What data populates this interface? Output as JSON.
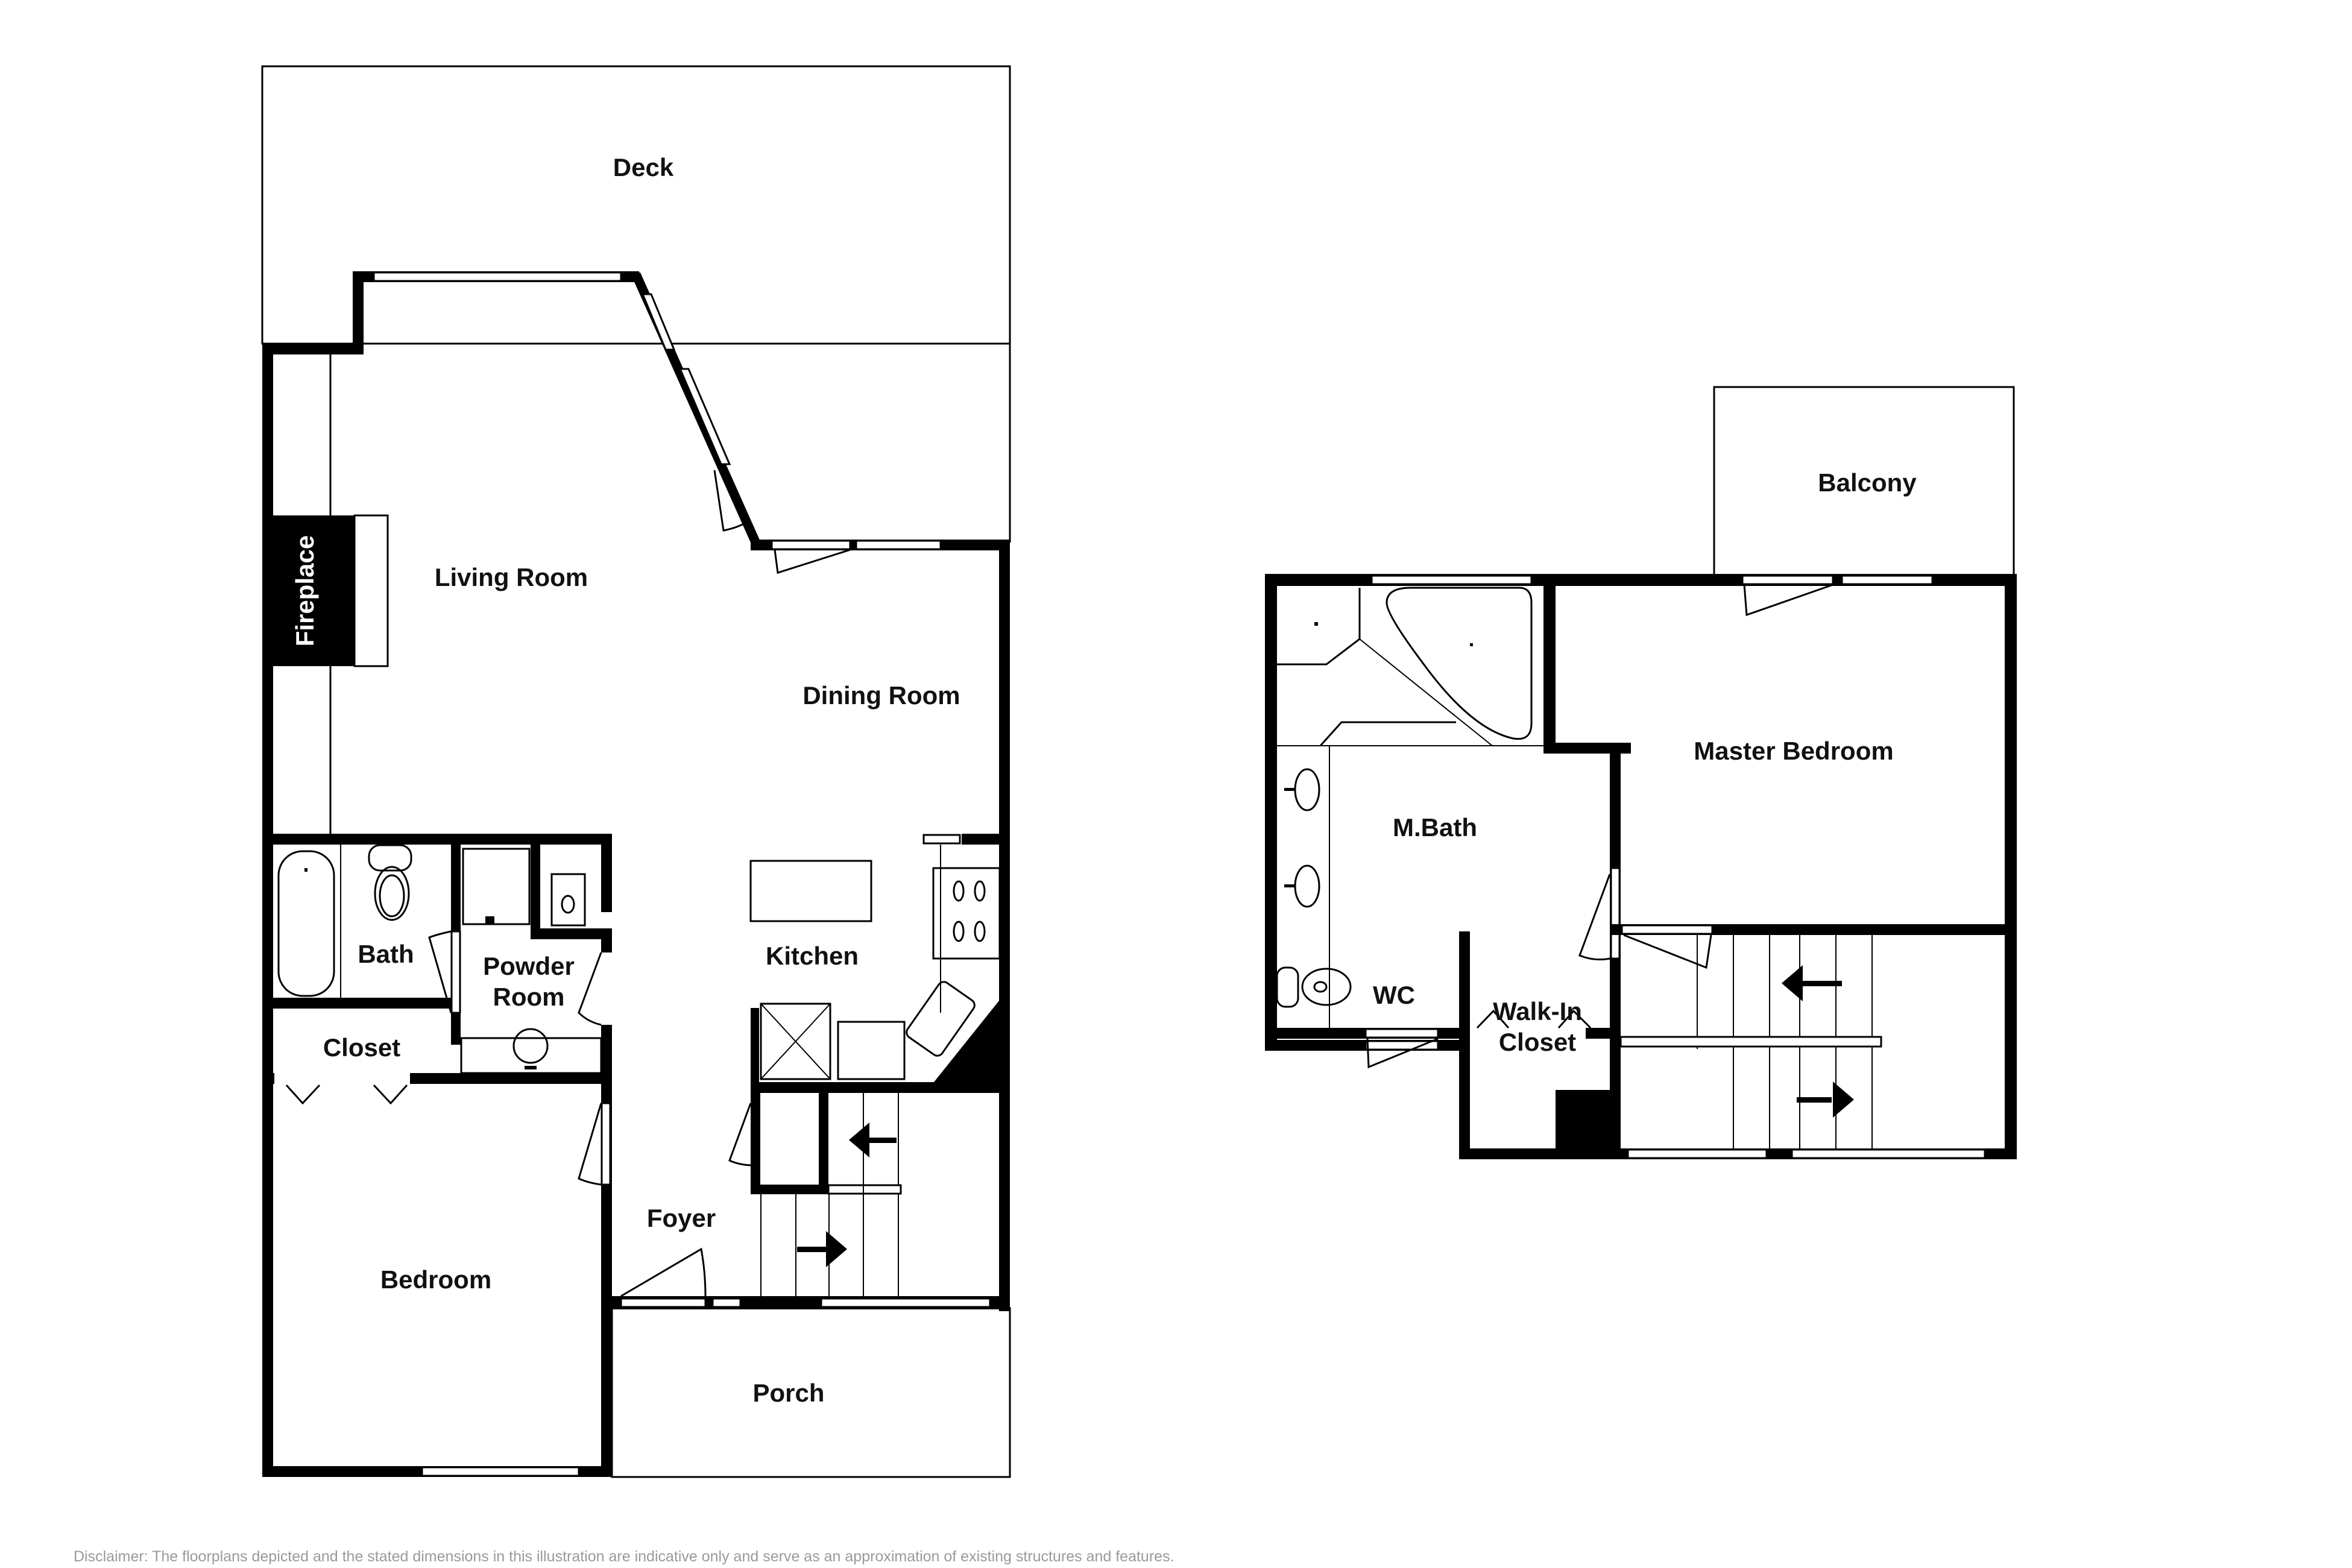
{
  "floor_plan": {
    "first_floor": {
      "rooms": [
        {
          "id": "deck",
          "label": "Deck"
        },
        {
          "id": "living-room",
          "label": "Living Room"
        },
        {
          "id": "fireplace",
          "label": "Fireplace"
        },
        {
          "id": "dining-room",
          "label": "Dining Room"
        },
        {
          "id": "bath",
          "label": "Bath"
        },
        {
          "id": "powder-room",
          "label_line1": "Powder",
          "label_line2": "Room"
        },
        {
          "id": "kitchen",
          "label": "Kitchen"
        },
        {
          "id": "closet",
          "label": "Closet"
        },
        {
          "id": "bedroom",
          "label": "Bedroom"
        },
        {
          "id": "foyer",
          "label": "Foyer"
        },
        {
          "id": "porch",
          "label": "Porch"
        }
      ]
    },
    "second_floor": {
      "rooms": [
        {
          "id": "balcony",
          "label": "Balcony"
        },
        {
          "id": "master-bedroom",
          "label": "Master Bedroom"
        },
        {
          "id": "m-bath",
          "label": "M.Bath"
        },
        {
          "id": "wc",
          "label": "WC"
        },
        {
          "id": "walk-in-closet",
          "label_line1": "Walk-In",
          "label_line2": "Closet"
        }
      ]
    }
  },
  "disclaimer": "Disclaimer: The floorplans depicted and the stated dimensions in this illustration are indicative only and serve as an approximation of existing structures and features.",
  "colors": {
    "wall": "#000000",
    "background": "#ffffff",
    "disclaimer": "#9a9a9a"
  }
}
